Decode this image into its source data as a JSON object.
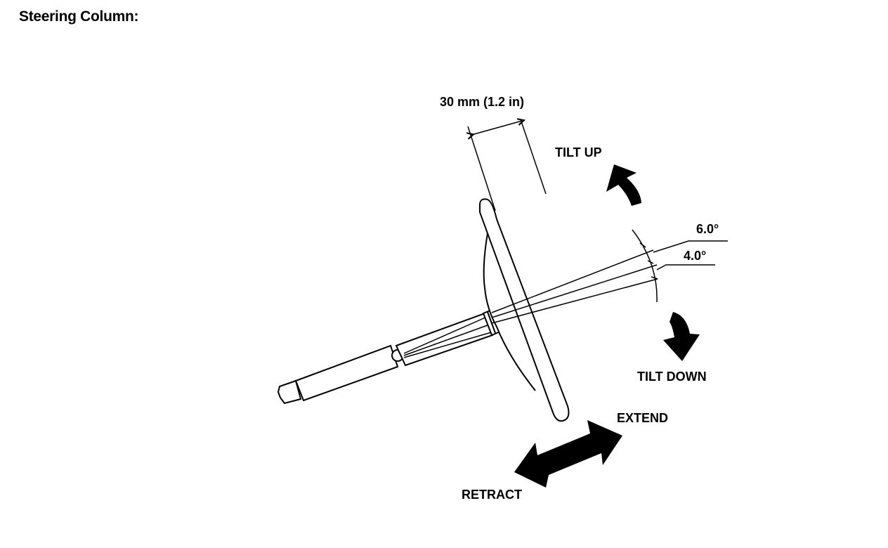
{
  "heading": "Steering Column:",
  "labels": {
    "dimension": "30 mm (1.2 in)",
    "tilt_up": "TILT UP",
    "tilt_down": "TILT DOWN",
    "angle_upper": "6.0°",
    "angle_lower": "4.0°",
    "extend": "EXTEND",
    "retract": "RETRACT"
  },
  "icons": {
    "tilt_up": "curved-arrow-up-icon",
    "tilt_down": "curved-arrow-down-icon",
    "telescopic": "double-arrow-icon"
  }
}
